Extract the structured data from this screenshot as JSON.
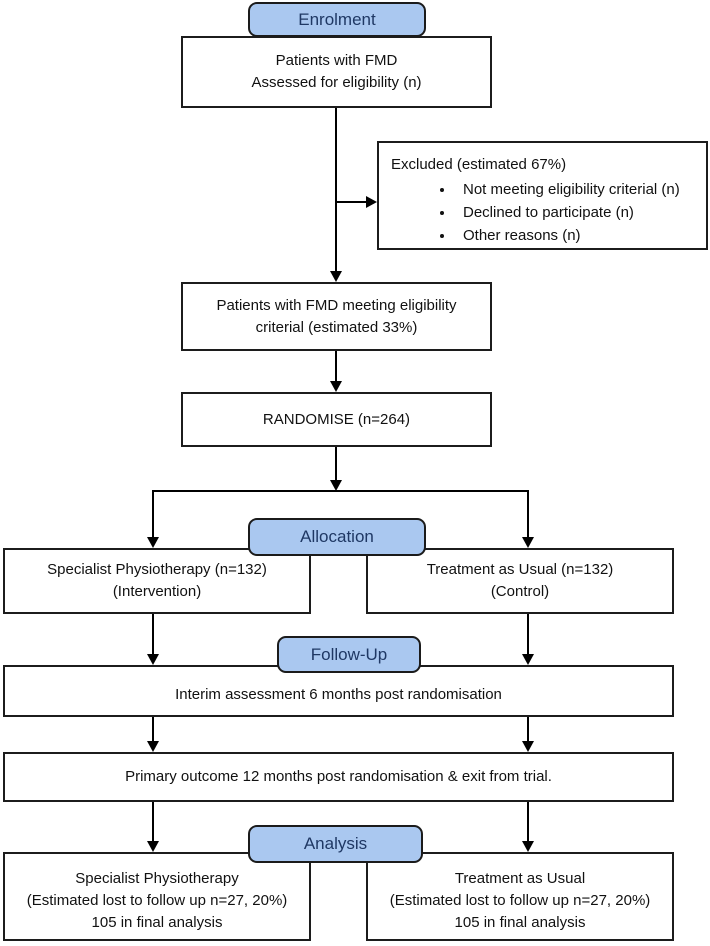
{
  "diagram": {
    "badges": {
      "enrolment": "Enrolment",
      "allocation": "Allocation",
      "follow_up": "Follow-Up",
      "analysis": "Analysis"
    },
    "boxes": {
      "assessed": {
        "lines": [
          "Patients with FMD",
          "Assessed for eligibility (n)"
        ]
      },
      "excluded": {
        "title": "Excluded (estimated 67%)",
        "items": [
          "Not meeting eligibility criterial (n)",
          "Declined to participate (n)",
          "Other reasons (n)"
        ]
      },
      "eligible": {
        "lines": [
          "Patients with FMD meeting eligibility",
          "criterial (estimated 33%)"
        ]
      },
      "randomise": {
        "label": "RANDOMISE (n=264)"
      },
      "intervention": {
        "lines": [
          "Specialist Physiotherapy (n=132)",
          "(Intervention)"
        ]
      },
      "control": {
        "lines": [
          "Treatment as Usual (n=132)",
          "(Control)"
        ]
      },
      "interim": {
        "label": "Interim assessment 6 months post randomisation"
      },
      "primary": {
        "label": "Primary outcome 12 months post randomisation & exit from trial."
      },
      "analysis_intervention": {
        "lines": [
          "Specialist Physiotherapy",
          "(Estimated lost to follow up n=27, 20%)",
          "105 in final analysis"
        ]
      },
      "analysis_control": {
        "lines": [
          "Treatment as Usual",
          "(Estimated lost to follow up n=27, 20%)",
          "105 in final analysis"
        ]
      }
    },
    "colors": {
      "badge_fill": "#aac8f0",
      "badge_border": "#1b1b1b",
      "badge_text": "#1f3864",
      "box_border": "#1c1c1c",
      "line": "#000000",
      "background": "#ffffff"
    }
  }
}
